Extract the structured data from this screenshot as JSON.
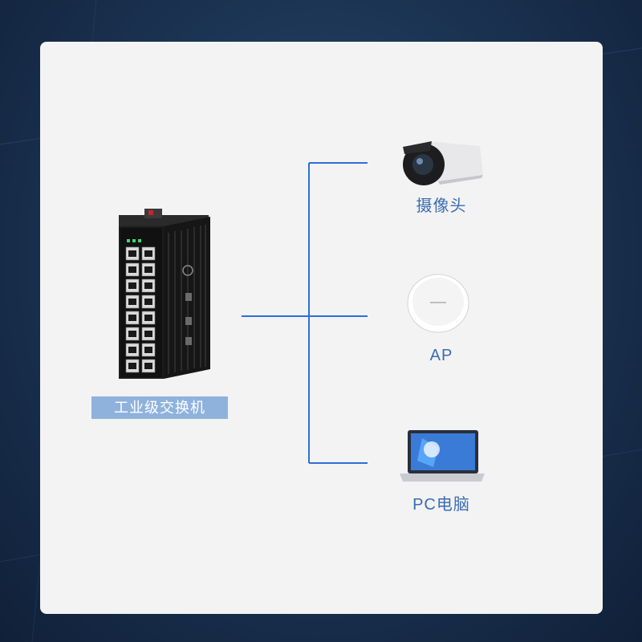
{
  "switch": {
    "label": "工业级交换机"
  },
  "devices": [
    {
      "icon": "camera-icon",
      "label": "摄像头"
    },
    {
      "icon": "access-point-icon",
      "label": "AP"
    },
    {
      "icon": "laptop-icon",
      "label": "PC电脑"
    }
  ],
  "colors": {
    "background": "#1a3150",
    "card": "#f3f3f4",
    "connector": "#2f6fd6",
    "label_text": "#3b6db0",
    "switch_label_bg": "#8fb2dd"
  }
}
